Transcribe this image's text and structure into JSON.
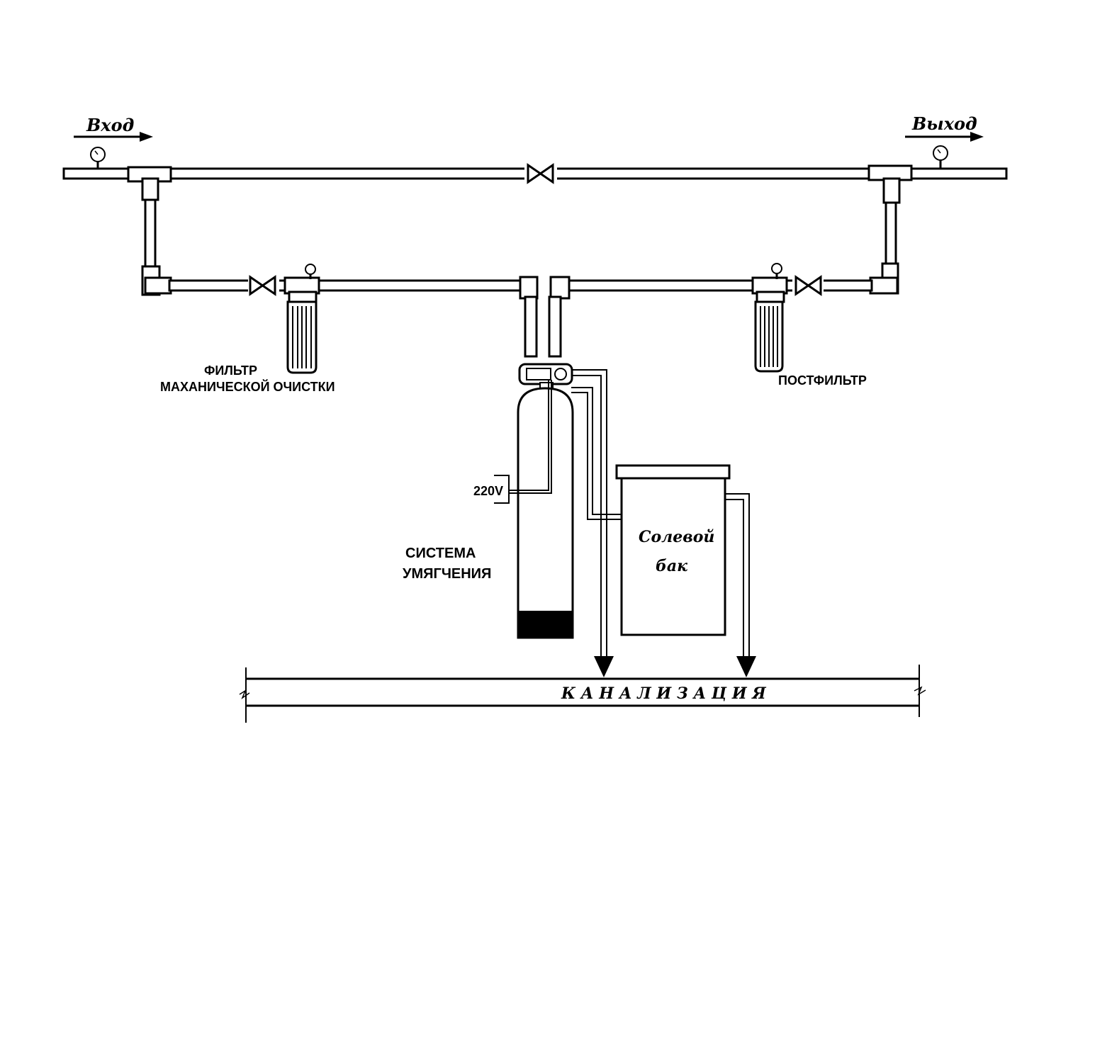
{
  "labels": {
    "inlet": "Вход",
    "outlet": "Выход",
    "mech_filter_line1": "ФИЛЬТР",
    "mech_filter_line2": "МАХАНИЧЕСКОЙ ОЧИСТКИ",
    "postfilter": "ПОСТФИЛЬТР",
    "voltage": "220V",
    "softener_line1": "СИСТЕМА",
    "softener_line2": "УМЯГЧЕНИЯ",
    "brine_tank_line1": "Солевой",
    "brine_tank_line2": "бак",
    "sewer": "К А Н А Л И З А Ц И Я"
  },
  "colors": {
    "stroke": "#000000",
    "fill": "#ffffff",
    "media": "#000000"
  }
}
